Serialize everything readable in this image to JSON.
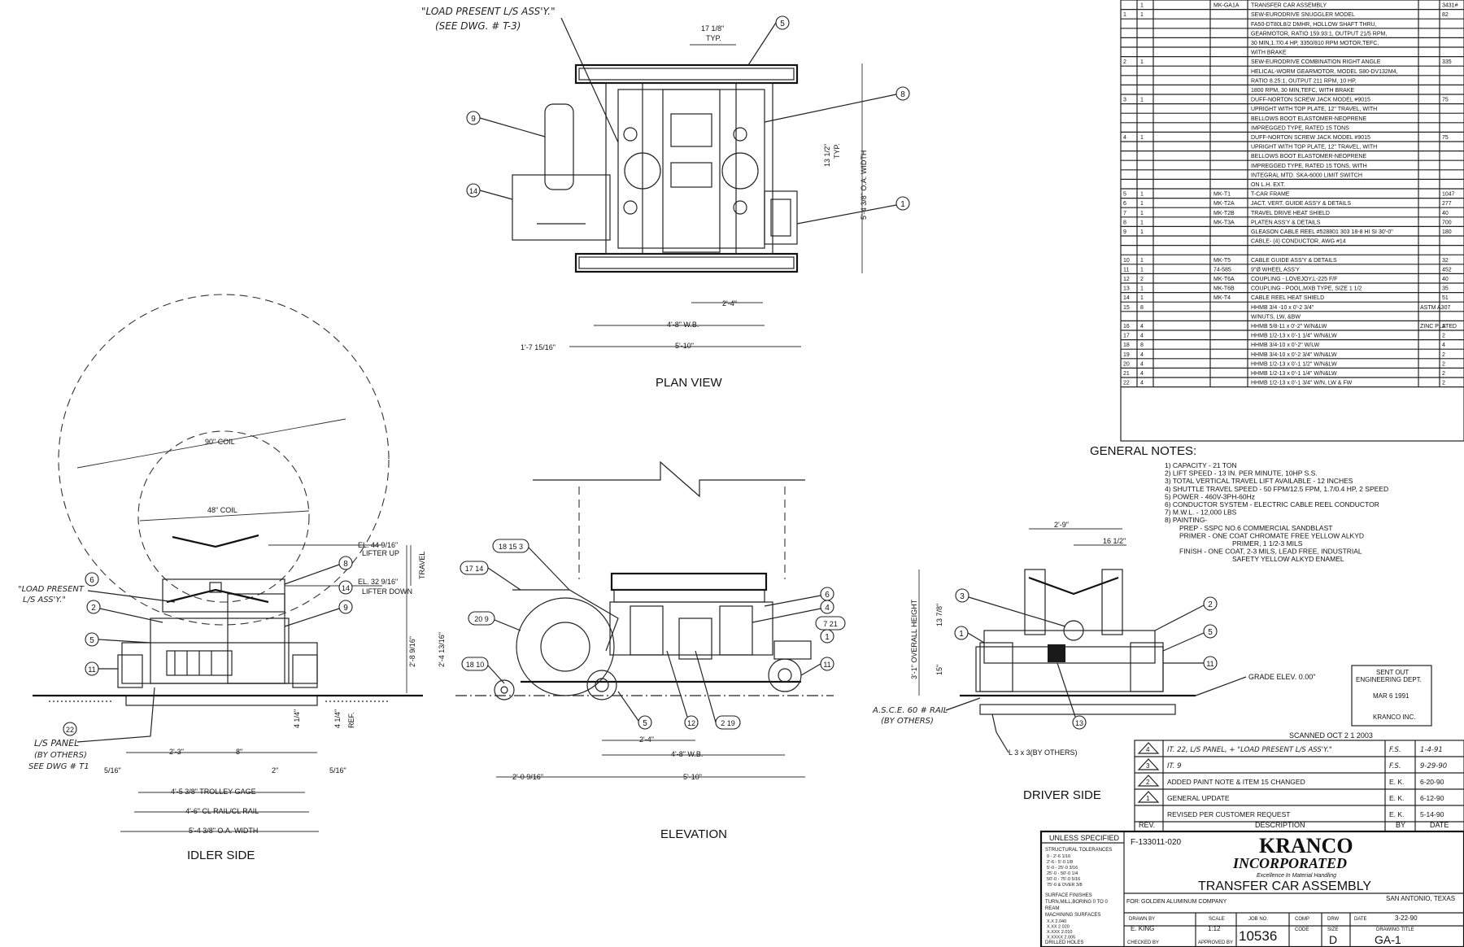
{
  "plan_view": {
    "title": "PLAN VIEW",
    "note": "\"LOAD PRESENT L/S ASS'Y.\"",
    "note2": "(SEE DWG. # T-3)",
    "dims": [
      "17 1/8\"",
      "TYP.",
      "13 1/2\"",
      "TYP.",
      "5'-4 3/8\" O.A. WIDTH",
      "2'-4\"",
      "4'-8\" W.B.",
      "1'-7 15/16\"",
      "5'-10\""
    ],
    "balloons": [
      "5",
      "8",
      "9",
      "14",
      "1"
    ]
  },
  "idler_side": {
    "title": "IDLER SIDE",
    "coil_90": "90\" COIL",
    "coil_48": "48\" COIL",
    "el_up": "EL. 44 9/16\"",
    "el_up_sub": "LIFTER UP",
    "el_down": "EL. 32 9/16\"",
    "el_down_sub": "LIFTER DOWN",
    "travel": "TRAVEL",
    "load_note": "\"LOAD PRESENT",
    "load_note2": "L/S ASS'Y.\"",
    "panel_note": "L/S PANEL",
    "panel_note2": "(BY OTHERS)",
    "panel_note3": "SEE DWG # T1",
    "dims": [
      "2'-8 9/16\"",
      "2'-4 13/16\"",
      "4 1/4\"",
      "4 1/4\"",
      "REF.",
      "2'-3\"",
      "8\"",
      "2\"",
      "5/16\"",
      "5/16\"",
      "4'-5 3/8\" TROLLEY GAGE",
      "4'-6\" CL RAIL/CL RAIL",
      "5'-4 3/8\" O.A. WIDTH"
    ],
    "balloons": [
      "6",
      "8",
      "14",
      "9",
      "2",
      "5",
      "11",
      "22"
    ]
  },
  "elevation": {
    "title": "ELEVATION",
    "dims": [
      "2'-4\"",
      "4'-8\" W.B.",
      "2'-0 9/16\"",
      "5'-10\""
    ],
    "balloons": [
      "18 15 3",
      "17 14",
      "20 9",
      "18 10",
      "6",
      "4",
      "7 21",
      "1",
      "11",
      "5",
      "12",
      "2 19"
    ]
  },
  "driver_side": {
    "title": "DRIVER SIDE",
    "dims": [
      "2'-9\"",
      "16 1/2\"",
      "13 7/8\"",
      "15\"",
      "3'-1\" OVERALL HEIGHT"
    ],
    "rail_note": "A.S.C.E. 60 # RAIL",
    "rail_note2": "(BY OTHERS)",
    "angle_note": "L 3 x 3(BY OTHERS)",
    "grade": "GRADE ELEV. 0.00\"",
    "balloons": [
      "3",
      "1",
      "2",
      "5",
      "11",
      "13"
    ]
  },
  "bom": {
    "rows": [
      {
        "item": "",
        "qty": "1",
        "mark": "MK-GA1A",
        "desc": "TRANSFER CAR ASSEMBLY",
        "mat": "",
        "wt": "3431#"
      },
      {
        "item": "1",
        "qty": "1",
        "mark": "",
        "desc": "SEW-EURODRIVE SNUGGLER MODEL",
        "mat": "",
        "wt": "82"
      },
      {
        "item": "",
        "qty": "",
        "mark": "",
        "desc": "FA50-DT80L8/2 DMHR, HOLLOW SHAFT THRU,",
        "mat": "",
        "wt": ""
      },
      {
        "item": "",
        "qty": "",
        "mark": "",
        "desc": "GEARMOTOR, RATIO 159.93:1, OUTPUT 21/5 RPM,",
        "mat": "",
        "wt": ""
      },
      {
        "item": "",
        "qty": "",
        "mark": "",
        "desc": "30 MIN,1.7/0.4 HP, 3350/810 RPM MOTOR,TEFC,",
        "mat": "",
        "wt": ""
      },
      {
        "item": "",
        "qty": "",
        "mark": "",
        "desc": "WITH BRAKE",
        "mat": "",
        "wt": ""
      },
      {
        "item": "2",
        "qty": "1",
        "mark": "",
        "desc": "SEW-EURODRIVE COMBINATION RIGHT ANGLE",
        "mat": "",
        "wt": "335"
      },
      {
        "item": "",
        "qty": "",
        "mark": "",
        "desc": "HELICAL-WORM GEARMOTOR, MODEL S80-DV132M4,",
        "mat": "",
        "wt": ""
      },
      {
        "item": "",
        "qty": "",
        "mark": "",
        "desc": "RATIO 8.25:1, OUTPUT 211 RPM, 10 HP,",
        "mat": "",
        "wt": ""
      },
      {
        "item": "",
        "qty": "",
        "mark": "",
        "desc": "1800 RPM, 30 MIN,TEFC, WITH BRAKE",
        "mat": "",
        "wt": ""
      },
      {
        "item": "3",
        "qty": "1",
        "mark": "",
        "desc": "DUFF-NORTON SCREW JACK MODEL #9015",
        "mat": "",
        "wt": "75"
      },
      {
        "item": "",
        "qty": "",
        "mark": "",
        "desc": "UPRIGHT WITH TOP PLATE, 12\" TRAVEL, WITH",
        "mat": "",
        "wt": ""
      },
      {
        "item": "",
        "qty": "",
        "mark": "",
        "desc": "BELLOWS BOOT ELASTOMER-NEOPRENE",
        "mat": "",
        "wt": ""
      },
      {
        "item": "",
        "qty": "",
        "mark": "",
        "desc": "IMPREGGED TYPE, RATED 15 TONS",
        "mat": "",
        "wt": ""
      },
      {
        "item": "4",
        "qty": "1",
        "mark": "",
        "desc": "DUFF-NORTON SCREW JACK MODEL #9015",
        "mat": "",
        "wt": "75"
      },
      {
        "item": "",
        "qty": "",
        "mark": "",
        "desc": "UPRIGHT WITH TOP PLATE, 12\" TRAVEL, WITH",
        "mat": "",
        "wt": ""
      },
      {
        "item": "",
        "qty": "",
        "mark": "",
        "desc": "BELLOWS BOOT ELASTOMER-NEOPRENE",
        "mat": "",
        "wt": ""
      },
      {
        "item": "",
        "qty": "",
        "mark": "",
        "desc": "IMPREGGED TYPE, RATED 15 TONS, WITH",
        "mat": "",
        "wt": ""
      },
      {
        "item": "",
        "qty": "",
        "mark": "",
        "desc": "INTEGRAL MTD. SKA-6000 LIMIT SWITCH",
        "mat": "",
        "wt": ""
      },
      {
        "item": "",
        "qty": "",
        "mark": "",
        "desc": "ON L.H. EXT.",
        "mat": "",
        "wt": ""
      },
      {
        "item": "5",
        "qty": "1",
        "mark": "MK-T1",
        "desc": "T-CAR FRAME",
        "mat": "",
        "wt": "1047"
      },
      {
        "item": "6",
        "qty": "1",
        "mark": "MK-T2A",
        "desc": "JACT. VERT. GUIDE ASS'Y & DETAILS",
        "mat": "",
        "wt": "277"
      },
      {
        "item": "7",
        "qty": "1",
        "mark": "MK-T2B",
        "desc": "TRAVEL DRIVE HEAT SHIELD",
        "mat": "",
        "wt": "40"
      },
      {
        "item": "8",
        "qty": "1",
        "mark": "MK-T3A",
        "desc": "PLATEN ASS'Y & DETAILS",
        "mat": "",
        "wt": "700"
      },
      {
        "item": "9",
        "qty": "1",
        "mark": "",
        "desc": "GLEASON CABLE REEL #528801 303 18-8 HI SI 30'-0\"",
        "mat": "",
        "wt": "180"
      },
      {
        "item": "",
        "qty": "",
        "mark": "",
        "desc": "CABLE- (4) CONDUCTOR, AWG #14",
        "mat": "",
        "wt": ""
      },
      {
        "item": "",
        "qty": "",
        "mark": "",
        "desc": "",
        "mat": "",
        "wt": ""
      },
      {
        "item": "10",
        "qty": "1",
        "mark": "MK-T5",
        "desc": "CABLE GUIDE ASS'Y & DETAILS",
        "mat": "",
        "wt": "32"
      },
      {
        "item": "11",
        "qty": "1",
        "mark": "74-585",
        "desc": "9\"Ø WHEEL ASS'Y",
        "mat": "",
        "wt": "452"
      },
      {
        "item": "12",
        "qty": "2",
        "mark": "MK-T6A",
        "desc": "COUPLING - LOVEJOY,L-225 F/F",
        "mat": "",
        "wt": "40"
      },
      {
        "item": "13",
        "qty": "1",
        "mark": "MK-T6B",
        "desc": "COUPLING - POOL,MXB TYPE, SIZE 1 1/2",
        "mat": "",
        "wt": "35"
      },
      {
        "item": "14",
        "qty": "1",
        "mark": "MK-T4",
        "desc": "CABLE REEL HEAT SHIELD",
        "mat": "",
        "wt": "51"
      },
      {
        "item": "15",
        "qty": "8",
        "mark": "",
        "desc": "HHMB 3/4 -10 x 0'-2 3/4\"",
        "mat": "ASTM A307",
        "wt": ""
      },
      {
        "item": "",
        "qty": "",
        "mark": "",
        "desc": "W/NUTS, LW, &BW",
        "mat": "",
        "wt": ""
      },
      {
        "item": "16",
        "qty": "4",
        "mark": "",
        "desc": "HHMB 5/8-11 x 0'-2\" W/N&LW",
        "mat": "ZINC PLATED",
        "wt": "2"
      },
      {
        "item": "17",
        "qty": "4",
        "mark": "",
        "desc": "HHMB 1/2-13 x 0'-1 1/4\" W/N&LW",
        "mat": "",
        "wt": "2"
      },
      {
        "item": "18",
        "qty": "8",
        "mark": "",
        "desc": "HHMB 3/4-10 x 0'-2\" W/LW",
        "mat": "",
        "wt": "4"
      },
      {
        "item": "19",
        "qty": "4",
        "mark": "",
        "desc": "HHMB 3/4-10 x 0'-2 3/4\" W/N&LW",
        "mat": "",
        "wt": "2"
      },
      {
        "item": "20",
        "qty": "4",
        "mark": "",
        "desc": "HHMB 1/2-13 x 0'-1 1/2\" W/N&LW",
        "mat": "",
        "wt": "2"
      },
      {
        "item": "21",
        "qty": "4",
        "mark": "",
        "desc": "HHMB 1/2-13 x 0'-1 1/4\" W/N&LW",
        "mat": "",
        "wt": "2"
      },
      {
        "item": "22",
        "qty": "4",
        "mark": "",
        "desc": "HHMB 1/2-13 x 0'-1 3/4\" W/N, LW & FW",
        "mat": "",
        "wt": "2"
      }
    ]
  },
  "general_notes": {
    "title": "GENERAL NOTES:",
    "items": [
      "1) CAPACITY - 21 TON",
      "2) LIFT SPEED - 13 IN. PER MINUTE, 10HP S.S.",
      "3) TOTAL VERTICAL TRAVEL LIFT AVAILABLE - 12 INCHES",
      "4) SHUTTLE TRAVEL SPEED - 50 FPM/12.5 FPM, 1.7/0.4 HP, 2 SPEED",
      "5) POWER - 460V-3PH-60Hz",
      "6) CONDUCTOR SYSTEM - ELECTRIC CABLE REEL CONDUCTOR",
      "7) M.W.L. - 12,000 LBS",
      "8) PAINTING-",
      "PREP - SSPC NO.6 COMMERCIAL SANDBLAST",
      "PRIMER - ONE COAT CHROMATE FREE YELLOW ALKYD",
      "PRIMER, 1 1/2-3 MILS",
      "FINISH - ONE COAT, 2-3 MILS, LEAD FREE, INDUSTRIAL",
      "SAFETY YELLOW ALKYD ENAMEL"
    ]
  },
  "stamps": {
    "sent_out_1": "SENT OUT",
    "sent_out_2": "ENGINEERING DEPT.",
    "sent_out_date": "MAR 6 1991",
    "sent_out_co": "KRANCO INC.",
    "scanned": "SCANNED OCT 2 1 2003"
  },
  "revisions": {
    "rows": [
      {
        "rev": "4",
        "desc": "IT. 22, L/S PANEL, + \"LOAD PRESENT L/S ASS'Y.\"",
        "by": "F.S.",
        "date": "1-4-91"
      },
      {
        "rev": "3",
        "desc": "IT. 9",
        "by": "F.S.",
        "date": "9-29-90"
      },
      {
        "rev": "2",
        "desc": "ADDED PAINT NOTE & ITEM 15 CHANGED",
        "by": "E. K.",
        "date": "6-20-90"
      },
      {
        "rev": "1",
        "desc": "GENERAL UPDATE",
        "by": "E. K.",
        "date": "6-12-90"
      },
      {
        "rev": "",
        "desc": "REVISED PER CUSTOMER REQUEST",
        "by": "E. K.",
        "date": "5-14-90"
      }
    ],
    "hdr_rev": "REV.",
    "hdr_desc": "DESCRIPTION",
    "hdr_by": "BY",
    "hdr_date": "DATE"
  },
  "title_block": {
    "unless": "UNLESS SPECIFIED",
    "tolerances": "STRUCTURAL TOLERANCES",
    "tol_rows": [
      "0 - 2'-6   1/16",
      "2'-6 - 5'-0   1/8",
      "5'-0 - 25'-0   3/16",
      "25'-0 - 50'-0   1/4",
      "50'-0 - 75'-0   5/16",
      "75'-0 & OVER   3/8"
    ],
    "surface": "SURFACE FINISHES",
    "turn": "TURN,MILL,BORING 0 TO 0",
    "ream": "REAM",
    "machining": "MACHINING SURFACES",
    "mach_rows": [
      "X.X   2.040",
      "X.XX   2.020",
      "X.XXX   2.010",
      "X.XXXX   2.005"
    ],
    "drilled": "DRILLED HOLES",
    "file_no": "F-133011-020",
    "company": "KRANCO",
    "company2": "INCORPORATED",
    "tagline": "Excellence In Material Handling",
    "drawing_title": "TRANSFER CAR ASSEMBLY",
    "location": "SAN ANTONIO, TEXAS",
    "for_label": "FOR:",
    "for_value": "GOLDEN ALUMINUM COMPANY",
    "drawn_by_label": "DRAWN BY",
    "drawn_by": "E. KING",
    "scale_label": "SCALE",
    "scale": "1:12",
    "job_label": "JOB NO.",
    "job": "10536",
    "comp_label": "COMP",
    "code_label": "CODE",
    "drw_label": "DRW",
    "size_label": "SIZE",
    "size": "D",
    "date_label": "DATE",
    "date": "3-22-90",
    "dwg_title_label": "DRAWING TITLE",
    "dwg_no": "GA-1",
    "checked_label": "CHECKED BY",
    "approved_label": "APPROVED BY"
  }
}
